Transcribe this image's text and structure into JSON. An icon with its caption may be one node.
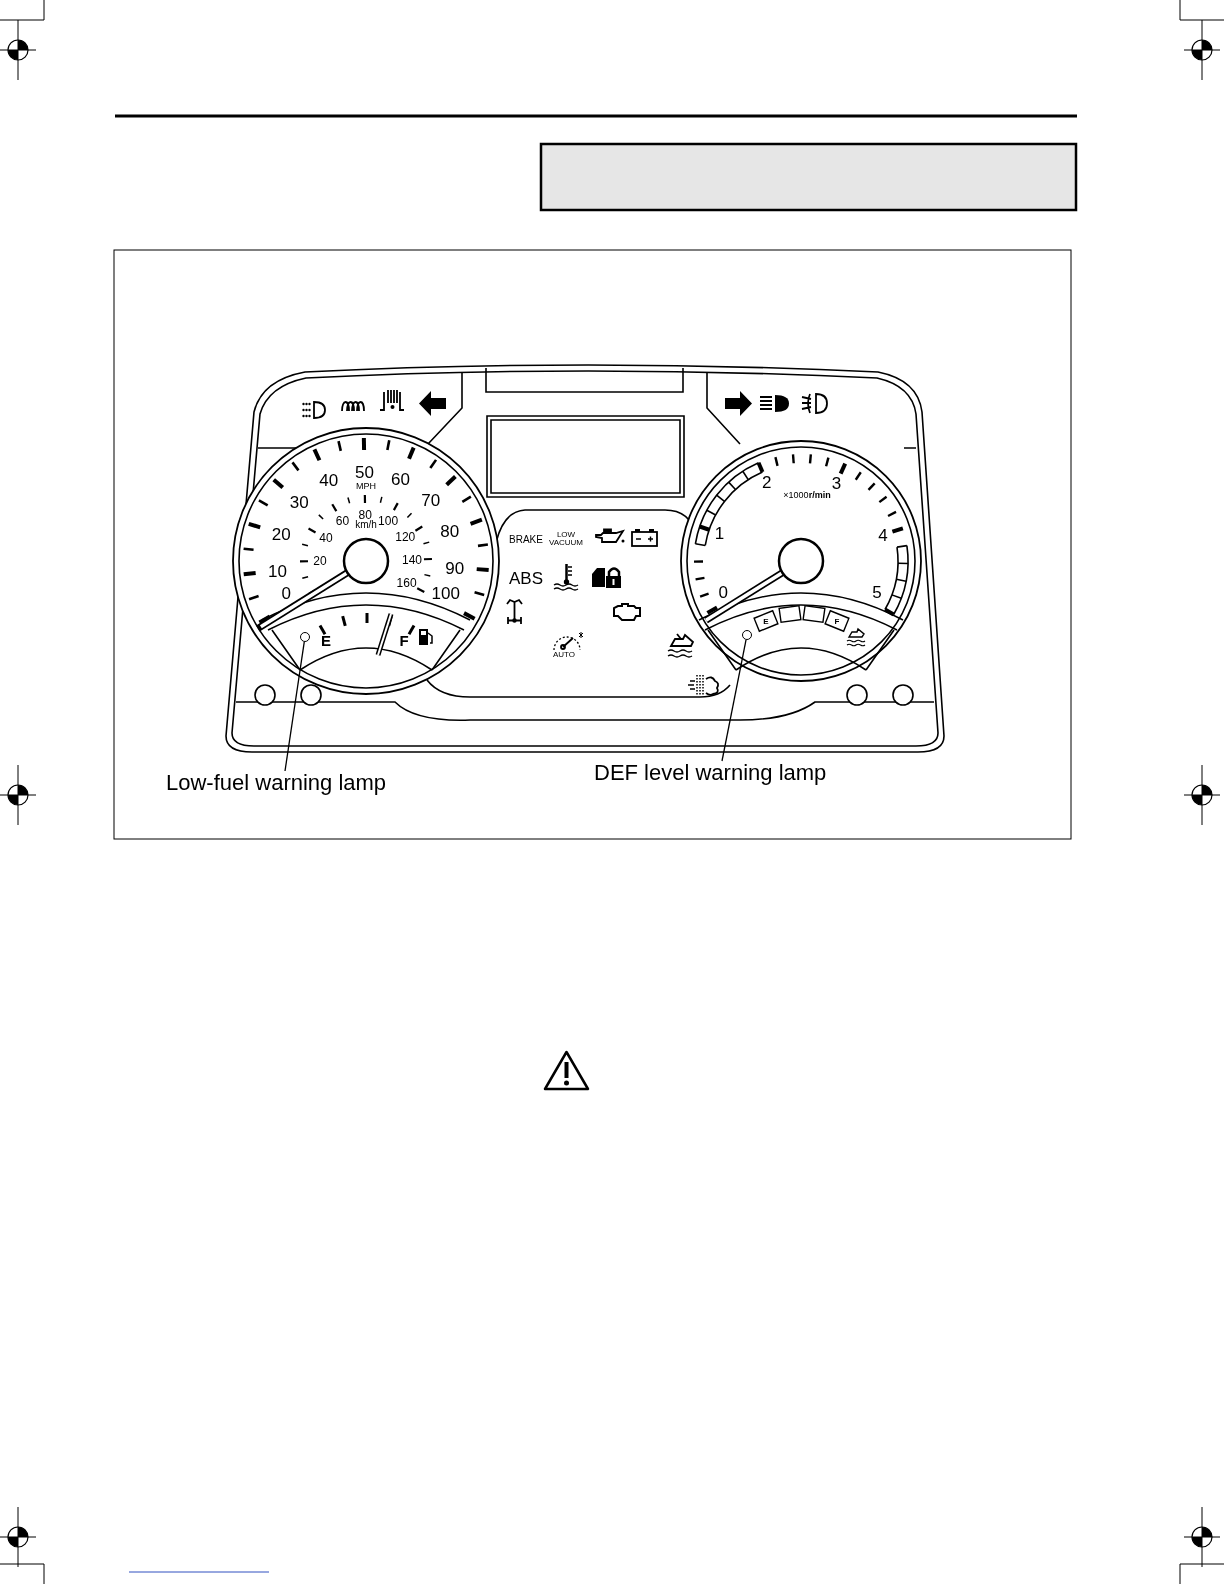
{
  "diagram": {
    "nodes": [
      {
        "text": [
          "Low-fuel warning lamp"
        ]
      },
      {
        "text": [],
        "shape": "circle"
      },
      {
        "text": [
          "DEF level warning lamp"
        ]
      },
      {
        "text": [],
        "shape": "circle"
      }
    ],
    "edges": [
      {
        "from": 0,
        "to": 1,
        "arrow": "none"
      },
      {
        "from": 2,
        "to": 3,
        "arrow": "none"
      }
    ],
    "labels": [
      "0",
      "10",
      "20",
      "30",
      "40",
      "50",
      "60",
      "70",
      "80",
      "90",
      "100",
      "MPH",
      "20",
      "40",
      "60",
      "80",
      "100",
      "120",
      "140",
      "160",
      "km/h",
      "E",
      "F",
      "0",
      "1",
      "2",
      "3",
      "4",
      "5",
      "×1000**r/min**",
      "E",
      "F",
      "BRAKE",
      "LOW VACUUM",
      "ABS",
      "AUTO"
    ]
  }
}
